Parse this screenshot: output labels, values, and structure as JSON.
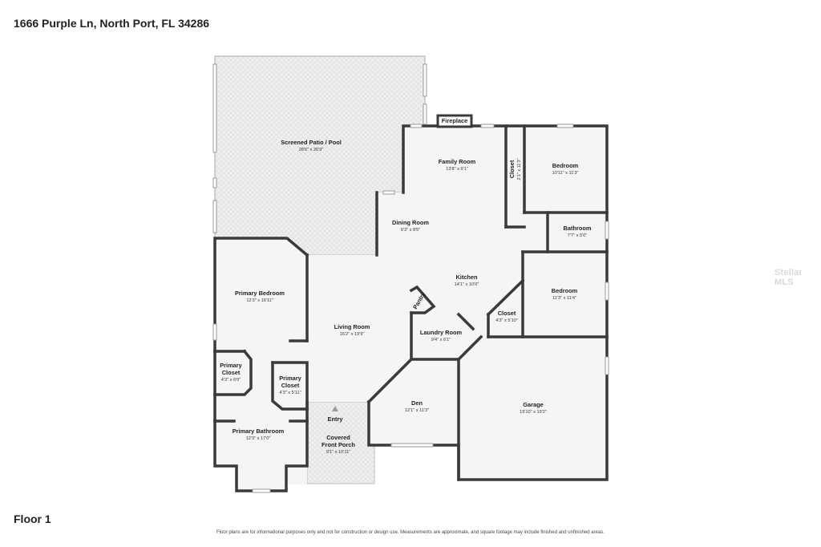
{
  "header": {
    "address": "1666 Purple Ln, North Port, FL 34286"
  },
  "floor": {
    "label": "Floor 1"
  },
  "disclaimer": "Floor plans are for informational purposes only and not for construction or design use. Measurements are approximate, and square footage may include finished and unfinished areas.",
  "watermark": "Stellar MLS",
  "colors": {
    "wall": "#3a3a3a",
    "floor": "#f4f4f4",
    "patio": "#ececec"
  },
  "rooms": {
    "patio": {
      "name": "Screened Patio / Pool",
      "dim": "28'6\" x 26'9\""
    },
    "fireplace": {
      "name": "Fireplace"
    },
    "family": {
      "name": "Family Room",
      "dim": "13'8\" x 9'1\""
    },
    "closet_top": {
      "name": "Closet",
      "dim": "2'1\" x 11'3\""
    },
    "bedroom_top": {
      "name": "Bedroom",
      "dim": "10'11\" x 11'3\""
    },
    "dining": {
      "name": "Dining Room",
      "dim": "9'3\" x 8'5\""
    },
    "bathroom": {
      "name": "Bathroom",
      "dim": "7'7\" x 5'0\""
    },
    "kitchen": {
      "name": "Kitchen",
      "dim": "14'1\" x 10'0\""
    },
    "bedroom_right": {
      "name": "Bedroom",
      "dim": "11'3\" x 11'4\""
    },
    "primary_bedroom": {
      "name": "Primary Bedroom",
      "dim": "12'3\" x 16'11\""
    },
    "pantry": {
      "name": "Pantry"
    },
    "closet_mid": {
      "name": "Closet",
      "dim": "4'3\" x 5'10\""
    },
    "living": {
      "name": "Living Room",
      "dim": "16'2\" x 19'9\""
    },
    "laundry": {
      "name": "Laundry Room",
      "dim": "9'4\" x 6'1\""
    },
    "primary_closet_left": {
      "name_line1": "Primary",
      "name_line2": "Closet",
      "dim": "4'3\" x 6'0\""
    },
    "primary_closet_right": {
      "name_line1": "Primary",
      "name_line2": "Closet",
      "dim": "4'3\" x 5'11\""
    },
    "den": {
      "name": "Den",
      "dim": "12'1\" x 11'3\""
    },
    "garage": {
      "name": "Garage",
      "dim": "19'10\" x 19'2\""
    },
    "entry": {
      "name": "Entry"
    },
    "primary_bath": {
      "name": "Primary Bathroom",
      "dim": "12'3\" x 17'0\""
    },
    "porch": {
      "name_line1": "Covered",
      "name_line2": "Front Porch",
      "dim": "9'1\" x 10'11\""
    }
  }
}
